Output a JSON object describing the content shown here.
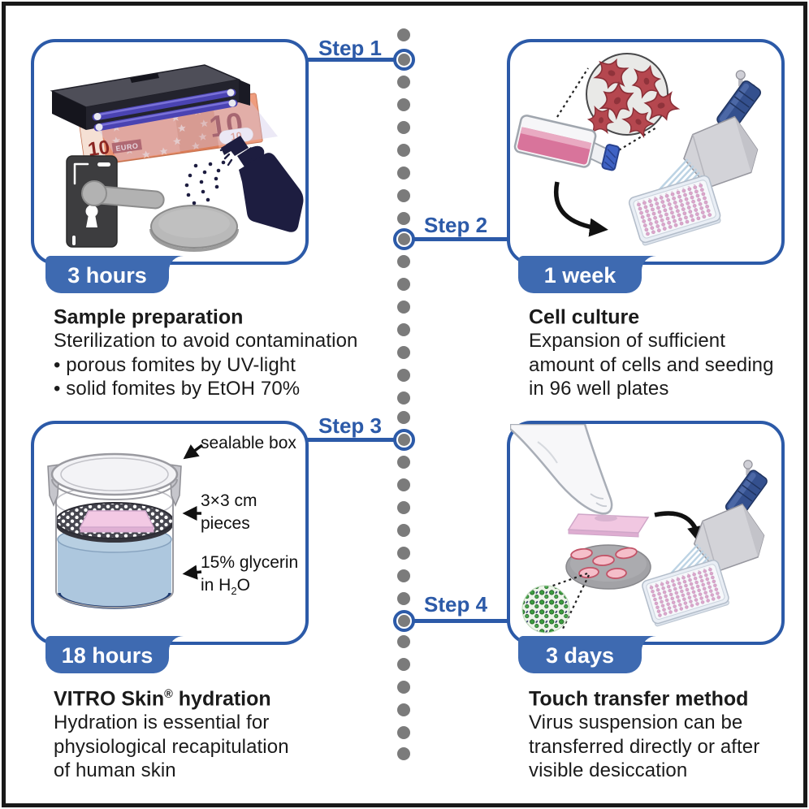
{
  "figure": {
    "colors": {
      "accent_blue": "#2c5aa8",
      "badge_blue": "#3e6ab1",
      "timeline_gray": "#7b7b7b",
      "frame_black": "#191919",
      "text_black": "#1b1b1b",
      "virus_green": "#3c9b40",
      "medium_pink": "#d8749b",
      "liquid_blue": "#a9c4dc",
      "skin_pink": "#f1c7e1"
    },
    "steps": [
      {
        "step_label": "Step 1",
        "duration": "3 hours",
        "title_pre": "Sample preparation",
        "title_sup": "",
        "title_post": "",
        "lines": [
          "Sterilization to avoid contamination",
          "• porous fomites by UV-light",
          "• solid fomites by EtOH 70%"
        ]
      },
      {
        "step_label": "Step 2",
        "duration": "1 week",
        "title_pre": "Cell culture",
        "title_sup": "",
        "title_post": "",
        "lines": [
          "Expansion of sufficient",
          "amount of cells and seeding",
          "in 96 well plates"
        ]
      },
      {
        "step_label": "Step 3",
        "duration": "18 hours",
        "title_pre": "VITRO Skin",
        "title_sup": "®",
        "title_post": " hydration",
        "lines": [
          "Hydration is essential for",
          "physiological recapitulation",
          "of human skin"
        ]
      },
      {
        "step_label": "Step 4",
        "duration": "3 days",
        "title_pre": "Touch transfer method",
        "title_sup": "",
        "title_post": "",
        "lines": [
          "Virus suspension can be",
          "transferred directly or after",
          "visible desiccation"
        ]
      }
    ],
    "annotations": {
      "sealable_box": "sealable box",
      "pieces_line1": "3×3 cm",
      "pieces_line2": "pieces",
      "glycerin_line1": "15% glycerin",
      "glycerin_line2_pre": "in H",
      "glycerin_line2_sub": "2",
      "glycerin_line2_post": "O"
    },
    "banknote": {
      "large_value": "10",
      "small_value": "10",
      "currency_label": "EURO",
      "badge_value": "10"
    },
    "icons": {
      "step1": [
        "uv-lamp-icon",
        "uv-beam-icon",
        "euro-banknote-icon",
        "door-handle-icon",
        "spray-bottle-icon",
        "spray-droplets-icon",
        "metal-disc-icon"
      ],
      "step2": [
        "cells-magnified-icon",
        "cell-culture-flask-icon",
        "curved-arrow-icon",
        "multichannel-pipette-icon",
        "well-plate-icon"
      ],
      "step3": [
        "sealable-container-icon",
        "container-clip-icon",
        "perforated-platform-icon",
        "vitro-skin-piece-icon",
        "glycerin-liquid-icon",
        "label-arrow-icon"
      ],
      "step4": [
        "finger-press-icon",
        "vitro-skin-piece-icon",
        "fomite-disc-icon",
        "virus-droplets-icon",
        "virus-particle-icon",
        "curved-arrow-icon",
        "multichannel-pipette-icon",
        "well-plate-icon"
      ]
    }
  }
}
